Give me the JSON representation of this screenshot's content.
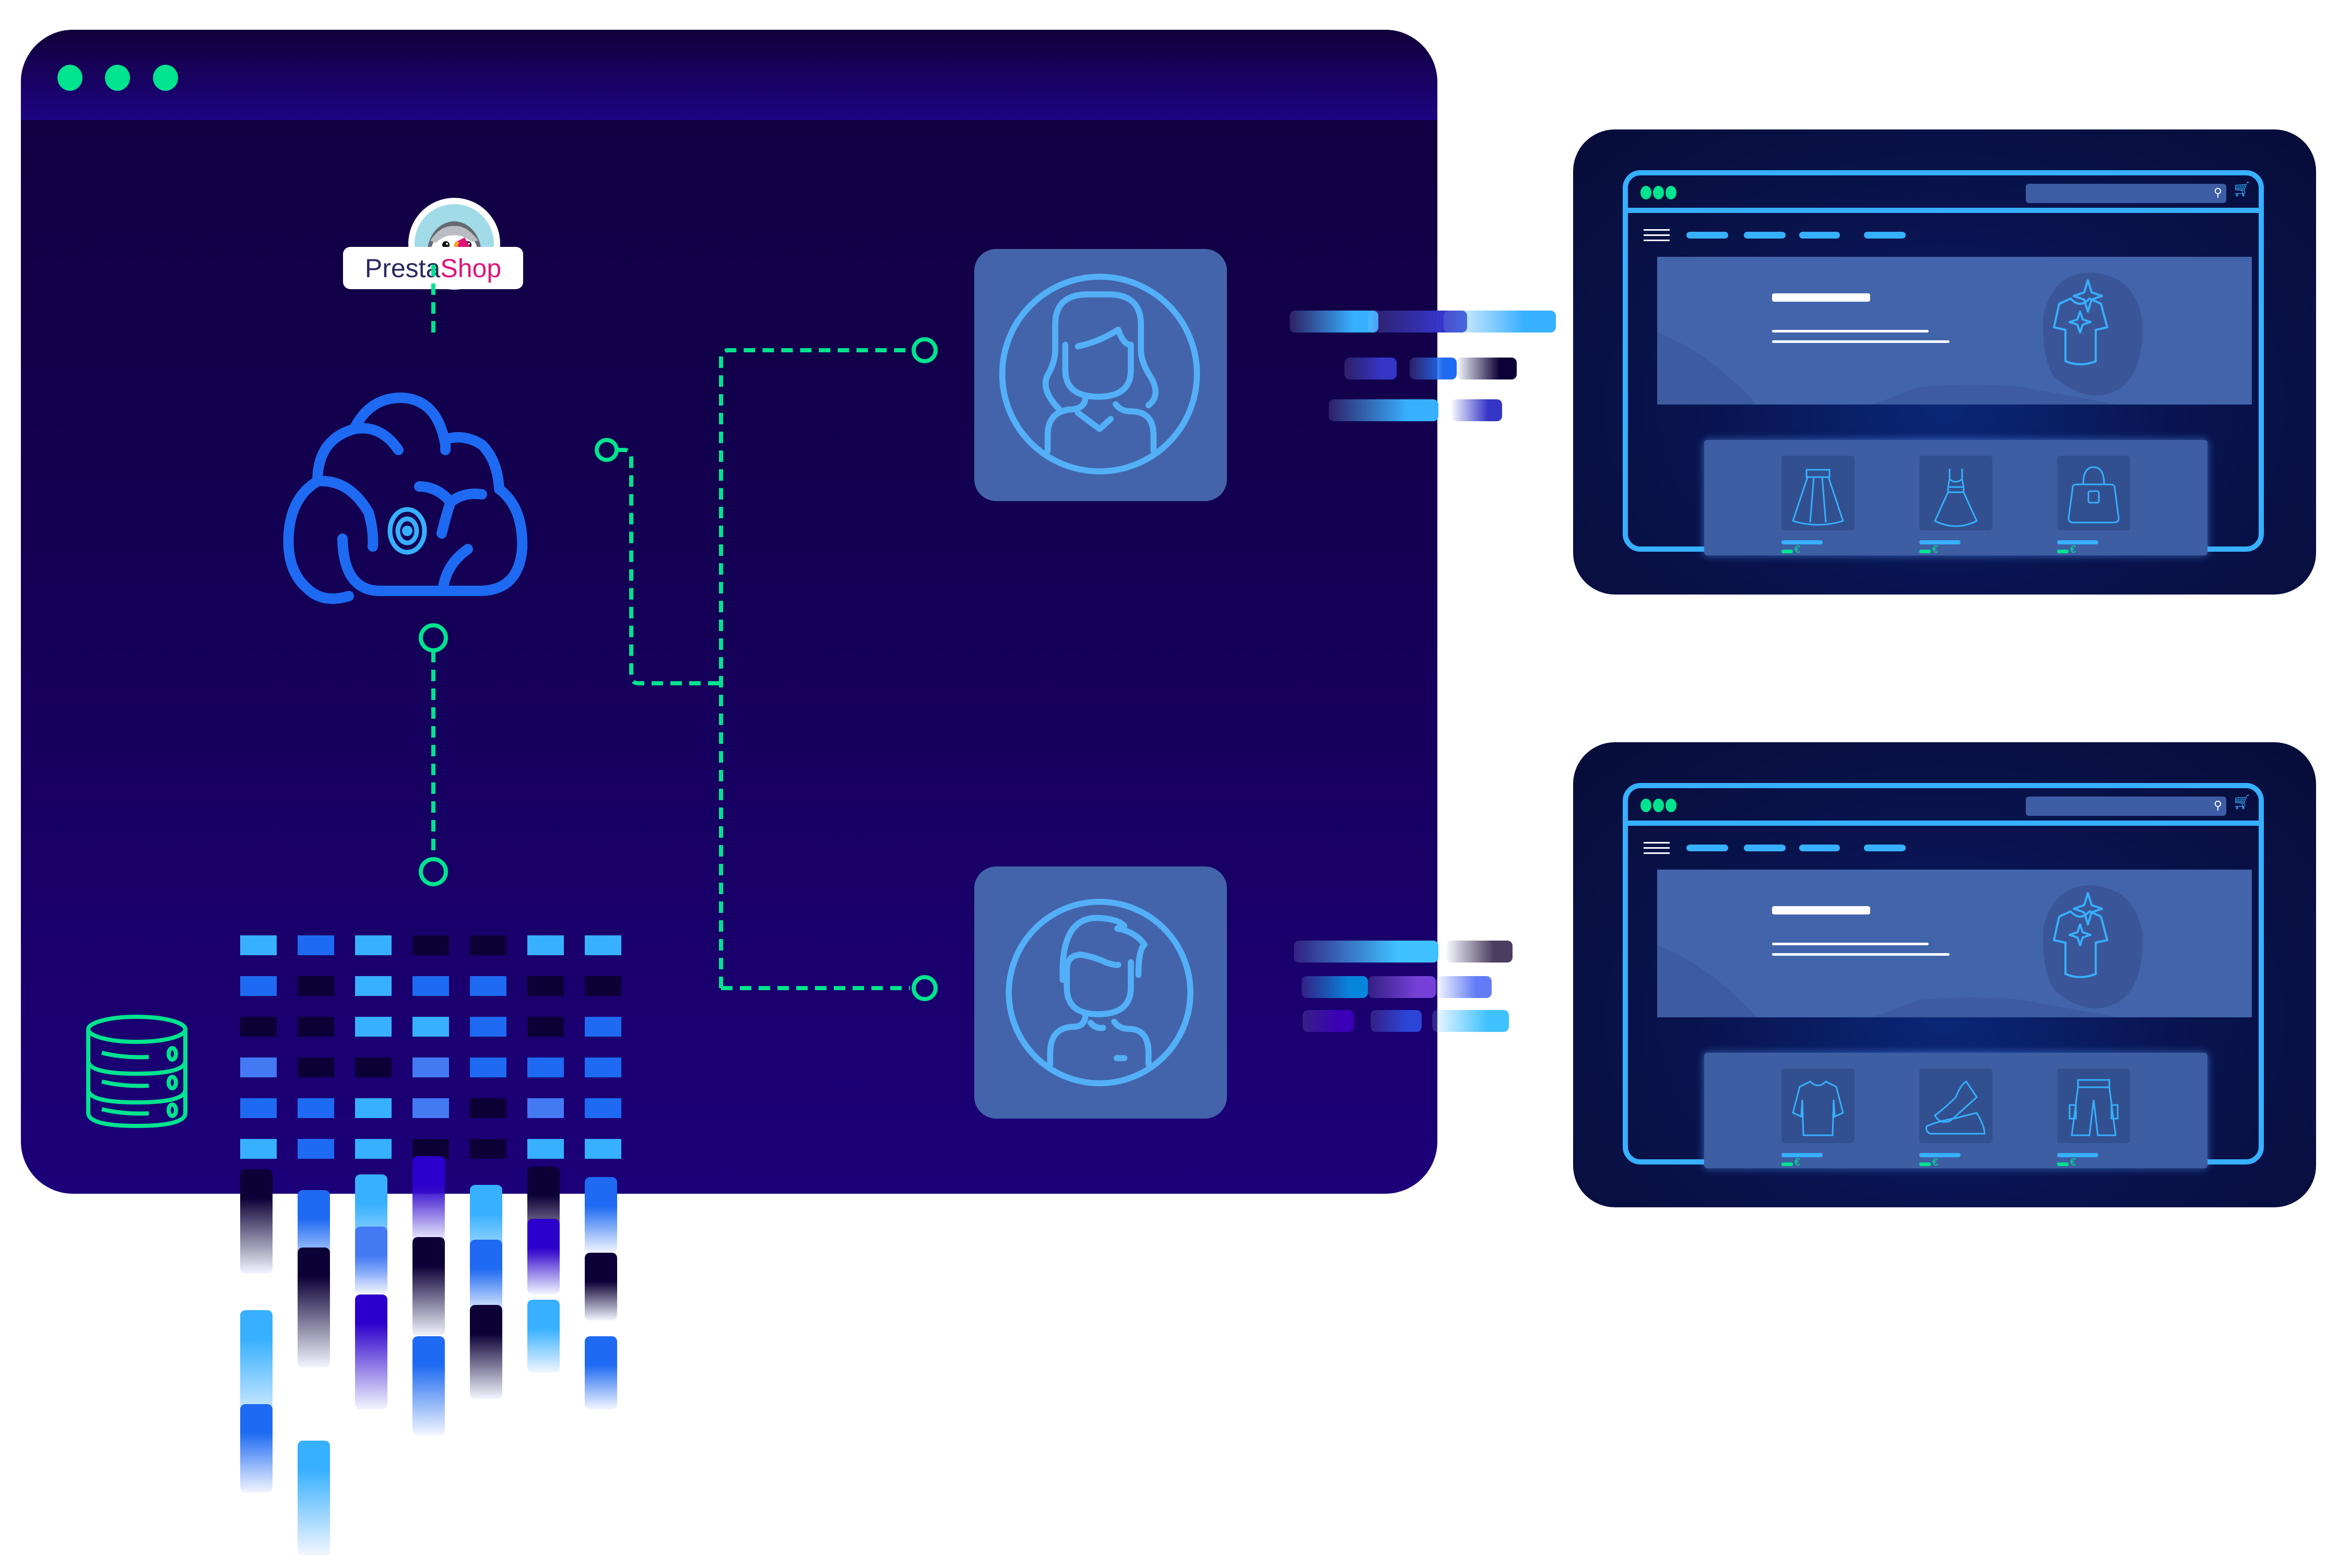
{
  "scene": {
    "title": "PrestaShop cloud data sync to storefronts",
    "colors": {
      "window_bg": "#130050",
      "accent_green": "#00e38f",
      "accent_blue": "#37b0ff",
      "cloud_blue": "#1e6af2",
      "card_blue": "#4364aa",
      "shop_bg": "#070c38",
      "brand_dark": "#2a2a60",
      "brand_pink": "#e0137a"
    }
  },
  "main_window": {
    "traffic_lights": [
      "dot",
      "dot",
      "dot"
    ],
    "logo": {
      "brand_part1": "Presta",
      "brand_part2": "Shop",
      "icon": "puffin-mascot-icon"
    },
    "cloud": {
      "icon": "cloud-target-icon"
    },
    "database": {
      "icon": "database-icon"
    },
    "data_grid": {
      "rows": [
        [
          "light",
          "mid",
          "light",
          "dark",
          "dark",
          "light",
          "light"
        ],
        [
          "mid",
          "dark",
          "light",
          "mid",
          "mid",
          "dark",
          "dark"
        ],
        [
          "dark",
          "dark",
          "light",
          "light",
          "mid",
          "dark",
          "mid"
        ],
        [
          "soft",
          "dark",
          "dark",
          "soft",
          "mid",
          "mid",
          "mid"
        ],
        [
          "mid",
          "mid",
          "light",
          "soft",
          "dark",
          "soft",
          "mid"
        ],
        [
          "light",
          "mid",
          "light",
          "dark",
          "dark",
          "light",
          "light"
        ]
      ],
      "palette": {
        "light": "#37b0ff",
        "mid": "#1e6af2",
        "soft": "#4479f4",
        "dark": "#0c0036"
      }
    },
    "users": [
      {
        "name": "customer-female",
        "icon": "user-female-icon"
      },
      {
        "name": "customer-male",
        "icon": "user-male-icon"
      }
    ]
  },
  "shops": [
    {
      "name": "storefront-1",
      "nav_items": 4,
      "hero_icon": "sparkle-shirt-icon",
      "products": [
        {
          "icon": "skirt-icon",
          "currency": "€"
        },
        {
          "icon": "dress-icon",
          "currency": "€"
        },
        {
          "icon": "handbag-icon",
          "currency": "€"
        }
      ]
    },
    {
      "name": "storefront-2",
      "nav_items": 4,
      "hero_icon": "sparkle-shirt-icon",
      "products": [
        {
          "icon": "tshirt-icon",
          "currency": "€"
        },
        {
          "icon": "sneakers-icon",
          "currency": "€"
        },
        {
          "icon": "cargo-pants-icon",
          "currency": "€"
        }
      ]
    }
  ]
}
